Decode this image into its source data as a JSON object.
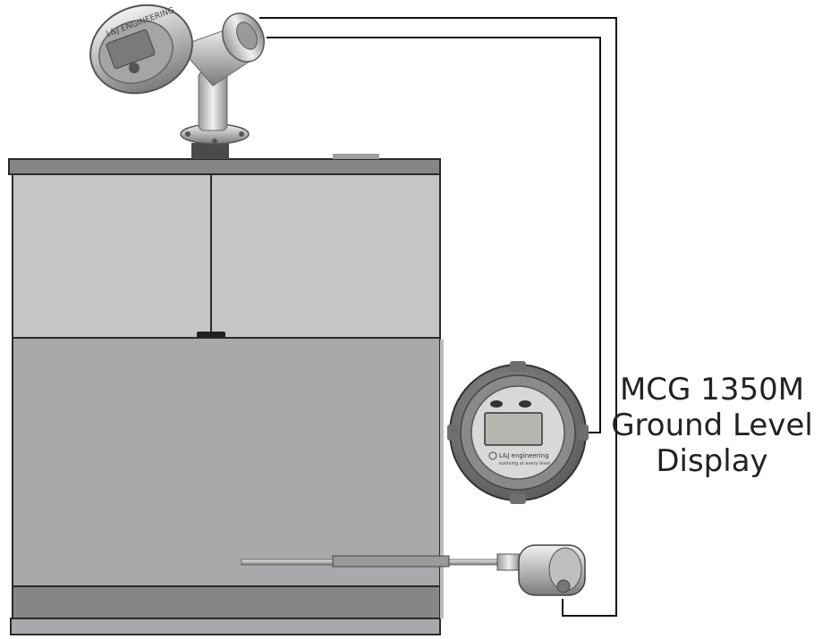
{
  "caption": {
    "line1": "MCG 1350M",
    "line2": "Ground Level",
    "line3": "Display"
  },
  "display_brand": {
    "name": "L&J engineering",
    "tagline": "evolving at every level"
  },
  "transmitter_label": "L&J ENGINEERING",
  "colors": {
    "tank_upper": "#c4c5c7",
    "tank_lower": "#a8a9ab",
    "tank_band": "#858688",
    "outline": "#2a2a2a",
    "metal_light": "#e6e6e6",
    "metal_dark": "#8a8a8a",
    "wire": "#111111"
  }
}
